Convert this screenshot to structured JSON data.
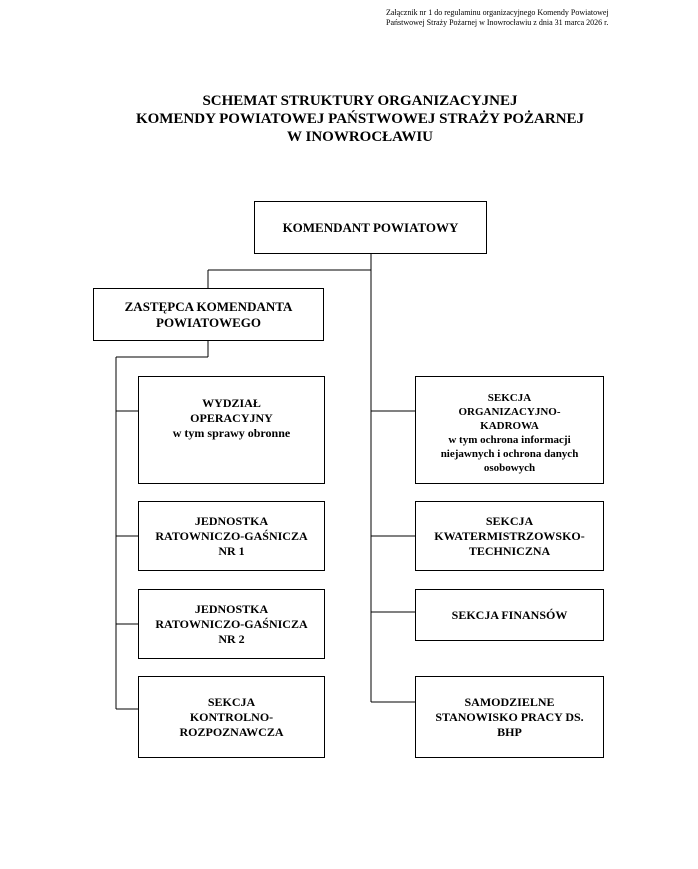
{
  "note": {
    "line1": "Załącznik nr 1 do regulaminu organizacyjnego Komendy Powiatowej",
    "line2": "Państwowej Straży Pożarnej w Inowrocławiu z dnia 31 marca 2026 r."
  },
  "title": {
    "line1": "SCHEMAT STRUKTURY ORGANIZACYJNEJ",
    "line2": "KOMENDY POWIATOWEJ PAŃSTWOWEJ STRAŻY POŻARNEJ",
    "line3": "W INOWROCŁAWIU"
  },
  "boxes": {
    "komendant": {
      "line1": "KOMENDANT POWIATOWY"
    },
    "zastepca": {
      "line1": "ZASTĘPCA KOMENDANTA",
      "line2": "POWIATOWEGO"
    },
    "wydzial": {
      "line1": "WYDZIAŁ",
      "line2": "OPERACYJNY",
      "line3": "w tym sprawy obronne"
    },
    "jrg1": {
      "line1": "JEDNOSTKA",
      "line2": "RATOWNICZO-GAŚNICZA",
      "line3": "NR 1"
    },
    "jrg2": {
      "line1": "JEDNOSTKA",
      "line2": "RATOWNICZO-GAŚNICZA",
      "line3": "NR 2"
    },
    "kontrolna": {
      "line1": "SEKCJA",
      "line2": "KONTROLNO-",
      "line3": "ROZPOZNAWCZA"
    },
    "organizacyjna": {
      "line1": "SEKCJA",
      "line2": "ORGANIZACYJNO-",
      "line3": "KADROWA",
      "line4": "w tym ochrona informacji",
      "line5": "niejawnych i ochrona danych",
      "line6": "osobowych"
    },
    "kwatermistrz": {
      "line1": "SEKCJA",
      "line2": "KWATERMISTRZOWSKO-",
      "line3": "TECHNICZNA"
    },
    "finanse": {
      "line1": "SEKCJA FINANSÓW"
    },
    "bhp": {
      "line1": "SAMODZIELNE",
      "line2": "STANOWISKO PRACY DS.",
      "line3": "BHP"
    }
  }
}
